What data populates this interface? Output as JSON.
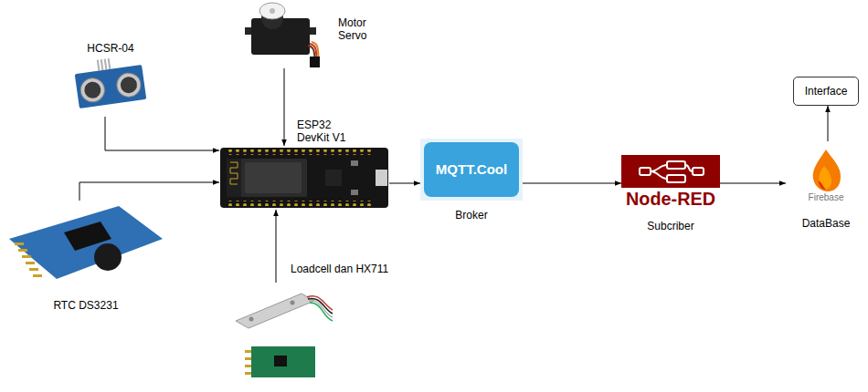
{
  "diagram": {
    "nodes": [
      {
        "text": [
          "HCSR-04"
        ]
      },
      {
        "text": [
          "Motor Servo"
        ]
      },
      {
        "text": [
          "ESP32 DevKit V1"
        ]
      },
      {
        "text": [
          "RTC DS3231"
        ]
      },
      {
        "text": [
          "Loadcell dan HX711"
        ]
      },
      {
        "text": [
          "MQTT.Cool",
          "Broker"
        ]
      },
      {
        "text": [
          "Node-RED",
          "Subcriber"
        ]
      },
      {
        "text": [
          "Firebase",
          "DataBase"
        ]
      },
      {
        "text": [
          "Interface"
        ]
      }
    ],
    "edges": [
      {
        "from": 0,
        "to": 2,
        "arrow": "to"
      },
      {
        "from": 1,
        "to": 2,
        "arrow": "to"
      },
      {
        "from": 3,
        "to": 2,
        "arrow": "to"
      },
      {
        "from": 4,
        "to": 2,
        "arrow": "to"
      },
      {
        "from": 2,
        "to": 5,
        "arrow": "to"
      },
      {
        "from": 5,
        "to": 6,
        "arrow": "to"
      },
      {
        "from": 6,
        "to": 7,
        "arrow": "to"
      },
      {
        "from": 7,
        "to": 8,
        "arrow": "to"
      }
    ]
  }
}
